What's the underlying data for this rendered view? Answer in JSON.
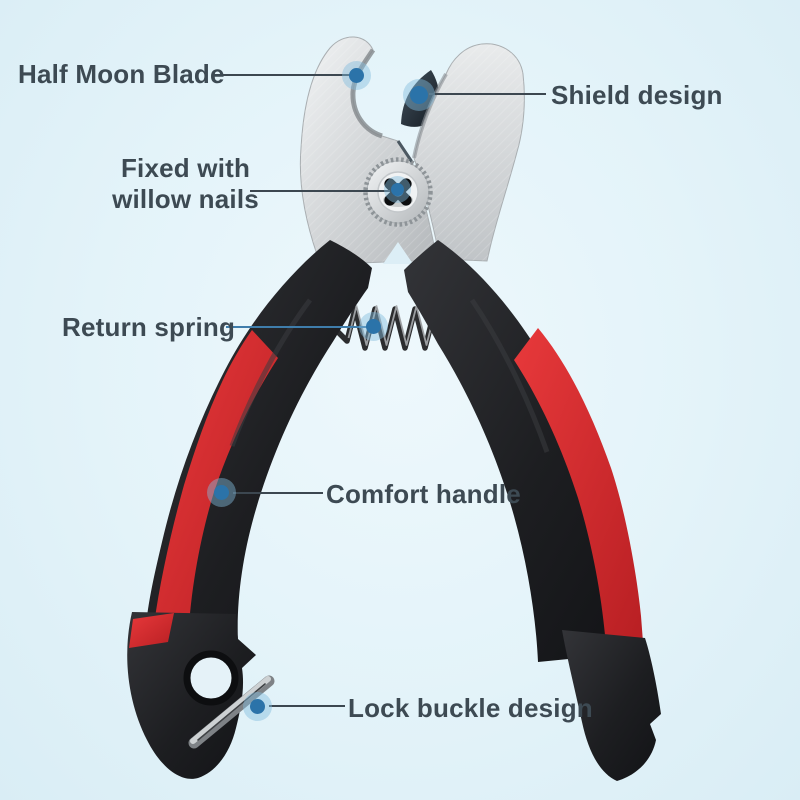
{
  "image_type": "annotated-product-diagram",
  "product": {
    "name": "pet-nail-clipper",
    "colors": {
      "background": "#e3f3f9",
      "metal": "#d7dadc",
      "blade_dark": "#2a3540",
      "handle_black": "#1d1e21",
      "grip_red": "#d8262b",
      "spring_dark": "#2c2d2f"
    }
  },
  "annotations": {
    "accent_color": "#2b73a9",
    "line_color": "#3c4750",
    "labels": [
      {
        "id": "half-moon-blade",
        "text": "Half Moon Blade"
      },
      {
        "id": "shield-design",
        "text": "Shield design"
      },
      {
        "id": "fixed-with-willow-nails",
        "text": "Fixed with\nwillow nails"
      },
      {
        "id": "return-spring",
        "text": "Return spring"
      },
      {
        "id": "comfort-handle",
        "text": "Comfort handle"
      },
      {
        "id": "lock-buckle-design",
        "text": "Lock buckle design"
      }
    ]
  }
}
